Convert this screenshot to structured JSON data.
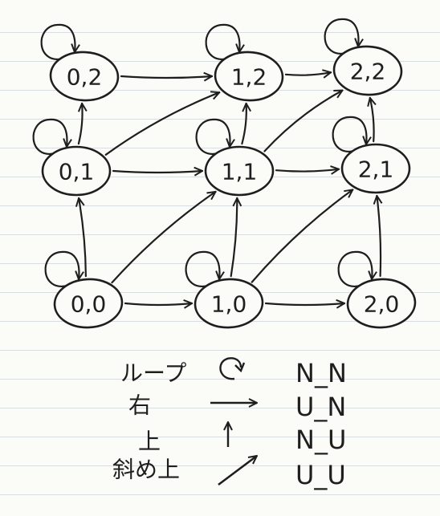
{
  "diagram": {
    "nodes": [
      {
        "id": "n00",
        "label": "0,0"
      },
      {
        "id": "n01",
        "label": "0,1"
      },
      {
        "id": "n02",
        "label": "0,2"
      },
      {
        "id": "n10",
        "label": "1,0"
      },
      {
        "id": "n11",
        "label": "1,1"
      },
      {
        "id": "n12",
        "label": "1,2"
      },
      {
        "id": "n20",
        "label": "2,0"
      },
      {
        "id": "n21",
        "label": "2,1"
      },
      {
        "id": "n22",
        "label": "2,2"
      }
    ],
    "edges": [
      {
        "from": "n00",
        "to": "n01",
        "type": "up"
      },
      {
        "from": "n01",
        "to": "n02",
        "type": "up"
      },
      {
        "from": "n10",
        "to": "n11",
        "type": "up"
      },
      {
        "from": "n11",
        "to": "n12",
        "type": "up"
      },
      {
        "from": "n20",
        "to": "n21",
        "type": "up"
      },
      {
        "from": "n21",
        "to": "n22",
        "type": "up"
      },
      {
        "from": "n00",
        "to": "n10",
        "type": "right"
      },
      {
        "from": "n10",
        "to": "n20",
        "type": "right"
      },
      {
        "from": "n01",
        "to": "n11",
        "type": "right"
      },
      {
        "from": "n11",
        "to": "n21",
        "type": "right"
      },
      {
        "from": "n02",
        "to": "n12",
        "type": "right"
      },
      {
        "from": "n12",
        "to": "n22",
        "type": "right"
      },
      {
        "from": "n00",
        "to": "n11",
        "type": "diagonal"
      },
      {
        "from": "n10",
        "to": "n21",
        "type": "diagonal"
      },
      {
        "from": "n01",
        "to": "n12",
        "type": "diagonal"
      },
      {
        "from": "n11",
        "to": "n22",
        "type": "diagonal"
      }
    ],
    "self_loops": [
      "n00",
      "n01",
      "n02",
      "n10",
      "n11",
      "n12",
      "n20",
      "n21",
      "n22"
    ]
  },
  "legend": {
    "items": [
      {
        "label": "ループ",
        "symbol": "loop-icon",
        "code": "N_N"
      },
      {
        "label": "右",
        "symbol": "right-arrow-icon",
        "code": "U_N"
      },
      {
        "label": "上",
        "symbol": "up-arrow-icon",
        "code": "N_U"
      },
      {
        "label": "斜め上",
        "symbol": "diagonal-arrow-icon",
        "code": "U_U"
      }
    ]
  },
  "colors": {
    "ink": "#1e1e1e",
    "paper": "#fbfbf8",
    "rule_line": "#d8dde2"
  }
}
